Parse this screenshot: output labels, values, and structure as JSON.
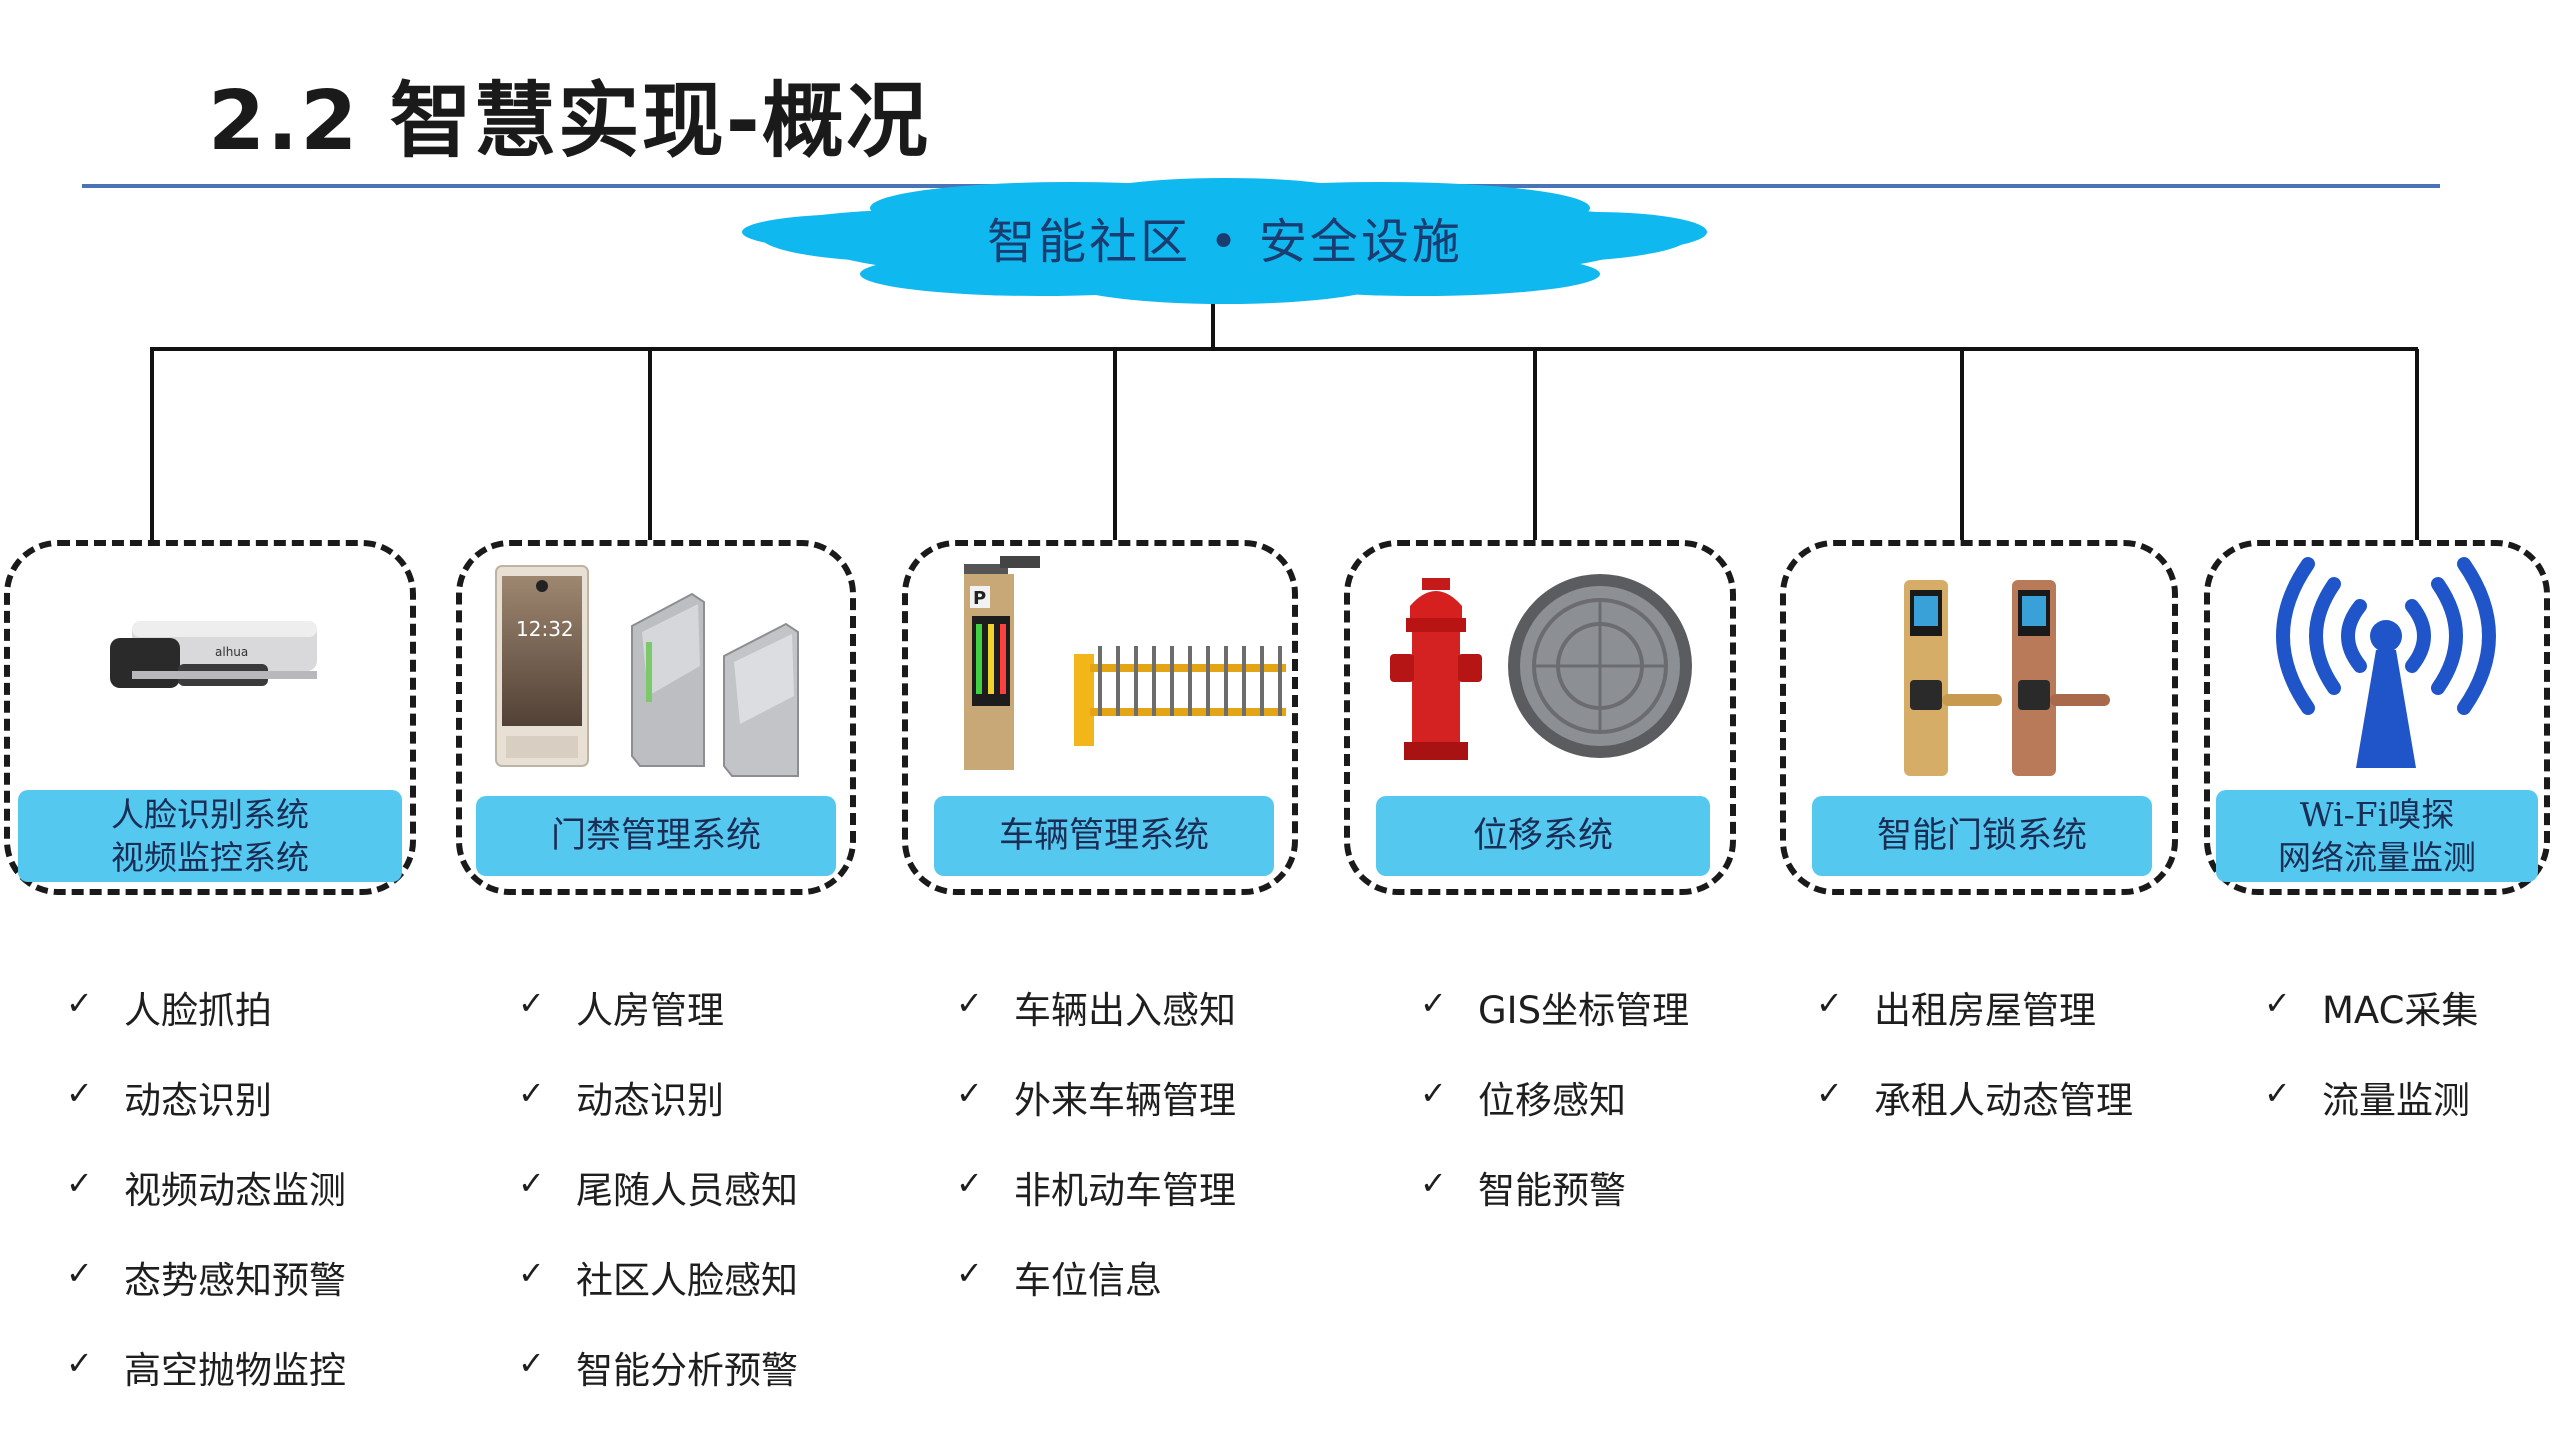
{
  "title": "2.2  智慧实现-概况",
  "root_label": "智能社区 • 安全设施",
  "modules": [
    {
      "label_lines": [
        "人脸识别系统",
        "视频监控系统"
      ],
      "device_icons": [
        "bullet-camera-icon"
      ],
      "features": [
        "人脸抓拍",
        "动态识别",
        "视频动态监测",
        "态势感知预警",
        "高空抛物监控"
      ]
    },
    {
      "label_lines": [
        "门禁管理系统"
      ],
      "device_screen_time": "12:32",
      "device_icons": [
        "access-control-panel-icon",
        "turnstile-gate-icon"
      ],
      "features": [
        "人房管理",
        "动态识别",
        "尾随人员感知",
        "社区人脸感知",
        "智能分析预警"
      ]
    },
    {
      "label_lines": [
        "车辆管理系统"
      ],
      "device_icons": [
        "parking-terminal-icon",
        "barrier-gate-icon"
      ],
      "features": [
        "车辆出入感知",
        "外来车辆管理",
        "非机动车管理",
        "车位信息"
      ]
    },
    {
      "label_lines": [
        "位移系统"
      ],
      "device_icons": [
        "fire-hydrant-icon",
        "manhole-cover-icon"
      ],
      "features": [
        "GIS坐标管理",
        "位移感知",
        "智能预警"
      ]
    },
    {
      "label_lines": [
        "智能门锁系统"
      ],
      "device_icons": [
        "smart-door-lock-icon"
      ],
      "features": [
        "出租房屋管理",
        "承租人动态管理"
      ]
    },
    {
      "label_lines": [
        "Wi-Fi嗅探",
        "网络流量监测"
      ],
      "device_icons": [
        "wifi-signal-icon"
      ],
      "features": [
        "MAC采集",
        "流量监测"
      ]
    }
  ],
  "check_symbol": "✓",
  "colors": {
    "title_rule": "#4a74b6",
    "cloud": "#0fb9ef",
    "label_fill": "#55c8f0",
    "label_text": "#1a2d55"
  }
}
